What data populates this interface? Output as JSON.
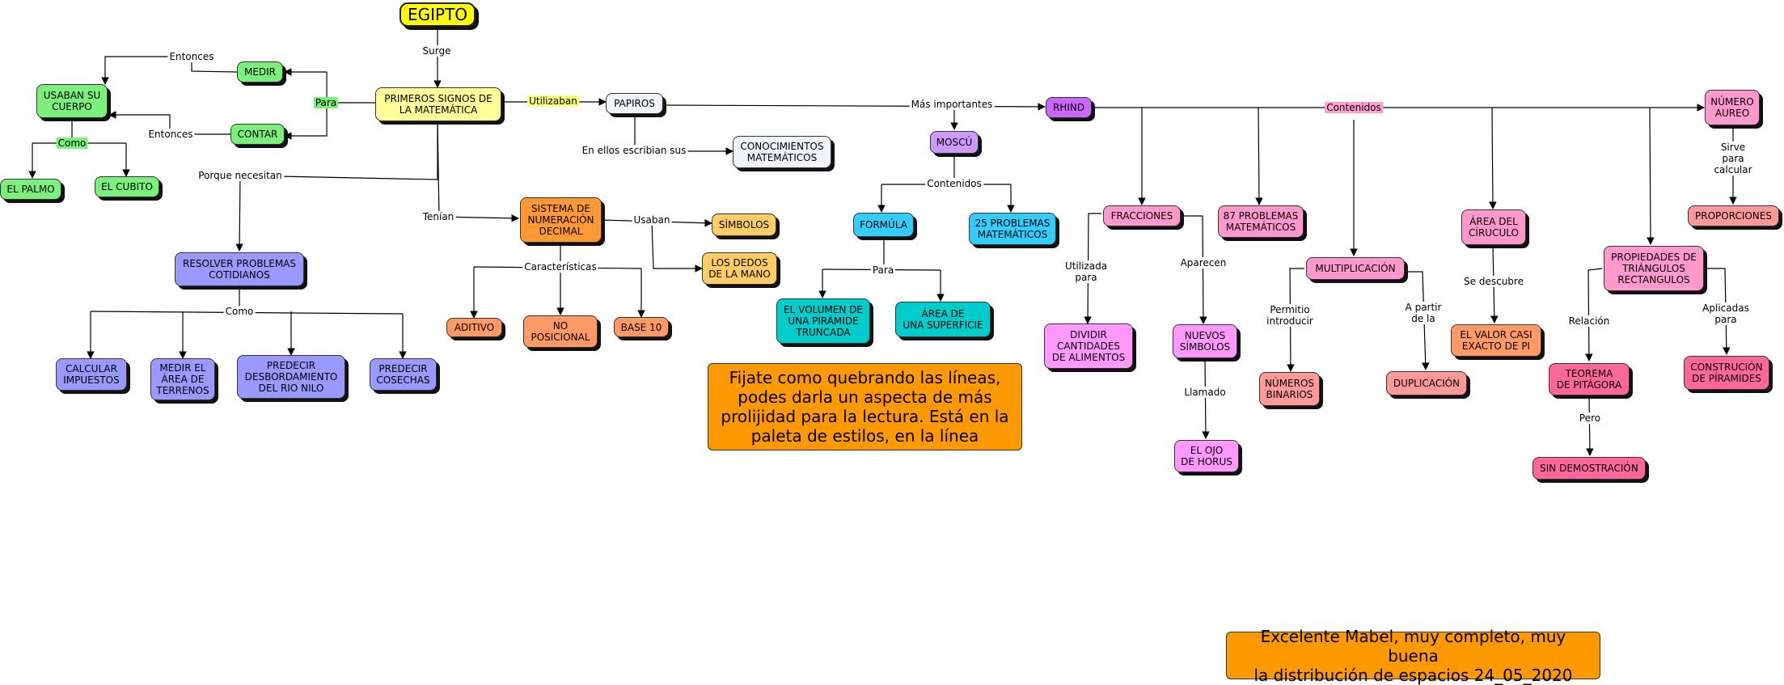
{
  "colors": {
    "yellow": "#ffff00",
    "light_yellow": "#ffff99",
    "green": "#7cf07c",
    "blue": "#9999ff",
    "orange": "#ff9933",
    "salmon": "#ff9966",
    "gold": "#ffcc66",
    "white_box": "#f0f4f8",
    "purple": "#cc66ff",
    "lilac": "#cc99ff",
    "cyan": "#33ccff",
    "teal": "#00cccc",
    "pink": "#ff99cc",
    "magenta": "#ff99ff",
    "coral": "#ff9999",
    "rose": "#ff6699",
    "note_orange": "#ff9900"
  },
  "nodes": {
    "egipto": "EGIPTO",
    "primeros_signos": "PRIMEROS SIGNOS DE\nLA MATEMÁTICA",
    "medir": "MEDIR",
    "contar": "CONTAR",
    "usaban_cuerpo": "USABAN SU\nCUERPO",
    "el_palmo": "EL PALMO",
    "el_cubito": "EL CUBITO",
    "resolver": "RESOLVER PROBLEMAS\nCOTIDIANOS",
    "calcular_impuestos": "CALCULAR\nIMPUESTOS",
    "medir_area": "MEDIR EL\nÁREA DE\nTERRENOS",
    "predecir_nilo": "PREDECIR\nDESBORDAMIENTO\nDEL RIO NILO",
    "predecir_cosechas": "PREDECIR\nCOSECHAS",
    "sistema": "SISTEMA DE\nNUMERACIÓN\nDECIMAL",
    "aditivo": "ADITIVO",
    "no_posicional": "NO\nPOSICIONAL",
    "base10": "BASE 10",
    "simbolos": "SÍMBOLOS",
    "dedos": "LOS DEDOS\nDE LA MANO",
    "papiros": "PAPIROS",
    "conocimientos": "CONOCIMIENTOS\nMATEMÁTICOS",
    "moscu": "MOSCÚ",
    "formula": "FORMÚLA",
    "problemas25": "25 PROBLEMAS\nMATEMÁTICOS",
    "volumen": "EL VOLUMEN DE\nUNA PIRÁMIDE\nTRUNCADA",
    "area_superficie": "ÁREA DE\nUNA SUPERFICIE",
    "rhind": "RHIND",
    "fracciones": "FRACCIONES",
    "problemas87": "87 PROBLEMAS\nMATEMÁTICOS",
    "multiplicacion": "MULTIPLICACIÓN",
    "area_circulo": "ÁREA DEL\nCÍRUCULO",
    "numero_aureo": "NÚMERO\nAUREO",
    "proporciones": "PROPORCIONES",
    "propiedades": "PROPIEDADES DE\nTRIÁNGULOS\nRECTANGULOS",
    "dividir": "DIVIDIR\nCANTIDADES\nDE ALIMENTOS",
    "nuevos_simbolos": "NUEVOS\nSÍMBOLOS",
    "ojo_horus": "EL OJO\nDE HORUS",
    "numeros_binarios": "NÚMEROS\nBINARIOS",
    "duplicacion": "DUPLICACIÓN",
    "valor_pi": "EL VALOR CASI\nEXACTO DE PI",
    "teorema": "TEOREMA\nDE PITÁGORA",
    "sin_demostracion": "SIN DEMOSTRACIÓN",
    "construcion": "CONSTRUCIÓN\nDE PÍRAMIDES"
  },
  "labels": {
    "surge": "Surge",
    "para": "Para",
    "entonces_1": "Entonces",
    "entonces_2": "Entonces",
    "como_1": "Como",
    "porque": "Porque necesitan",
    "como_2": "Como",
    "tenian": "Tenían",
    "caracteristicas": "Características",
    "usaban": "Usaban",
    "utilizaban": "Utilizaban",
    "en_ellos": "En ellos escribian sus",
    "mas_importantes": "Más importantes",
    "contenidos_1": "Contenidos",
    "para_2": "Para",
    "contenidos_2": "Contenidos",
    "utilizada_para": "Utilizada\npara",
    "aparecen": "Aparecen",
    "llamado": "Llamado",
    "permitio": "Permitio\nintroducir",
    "a_partir": "A partir\nde la",
    "se_descubre": "Se descubre",
    "sirve_para": "Sirve para\ncalcular",
    "relacion": "Relación",
    "aplicadas": "Aplicadas\npara",
    "pero": "Pero"
  },
  "notes": {
    "note1": "Fijate como quebrando las líneas,\npodes darla un aspecta de más\nprolijidad para la lectura.  Está en la\npaleta de estilos, en la línea",
    "note2": "Excelente Mabel, muy completo, muy buena\nla distribución de espacios  24_05_2020"
  }
}
